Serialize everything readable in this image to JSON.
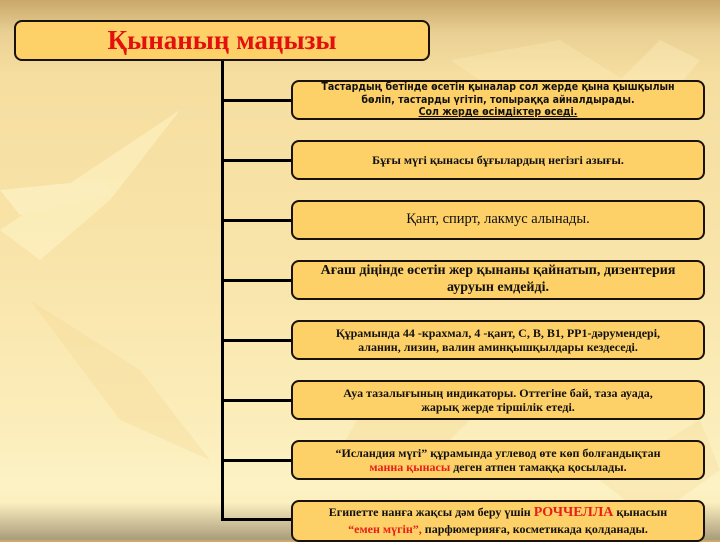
{
  "title": "Қынаның маңызы",
  "colors": {
    "box_fill": "#fdd068",
    "title_text": "#e3100e",
    "highlight_red": "#e81e18",
    "connector": "#000000"
  },
  "items": [
    {
      "line1": "Тастардың бетінде өсетін қыналар сол жерде қына қышқылын",
      "line2": "бөліп, тастарды үгітіп, топыраққа айналдырады.",
      "line3": "Сол жерде өсімдіктер өседі."
    },
    {
      "text": "Бұғы мүгі қынасы бұғылардың негізгі азығы."
    },
    {
      "text": "Қант, спирт, лакмус алынады."
    },
    {
      "line1": "Ағаш діңінде өсетін жер қынаны қайнатып, дизентерия",
      "line2": "ауруын емдейді."
    },
    {
      "line1": "Құрамында 44  -крахмал, 4  -қант, С, В, В1, РР1-дәрумендері,",
      "line2": "аланин, лизин, валин аминқышқылдары кездеседі."
    },
    {
      "line1": "Ауа тазалығының индикаторы. Оттегіне бай, таза ауада,",
      "line2": "жарық жерде тіршілік етеді."
    },
    {
      "line1": "“Исландия мүгі” құрамында углевод өте көп болғандықтан",
      "highlight": "манна қынасы",
      "line2_rest": " деген атпен тамаққа қосылады."
    },
    {
      "line1_start": "Египетте нанға жақсы дәм беру үшін ",
      "highlight1": "РОЧЧЕЛЛА",
      "line1_end": " қынасын",
      "highlight2": "“емен мүгін”,",
      "line2_rest": " парфюмерияға, косметикада қолданады."
    }
  ]
}
